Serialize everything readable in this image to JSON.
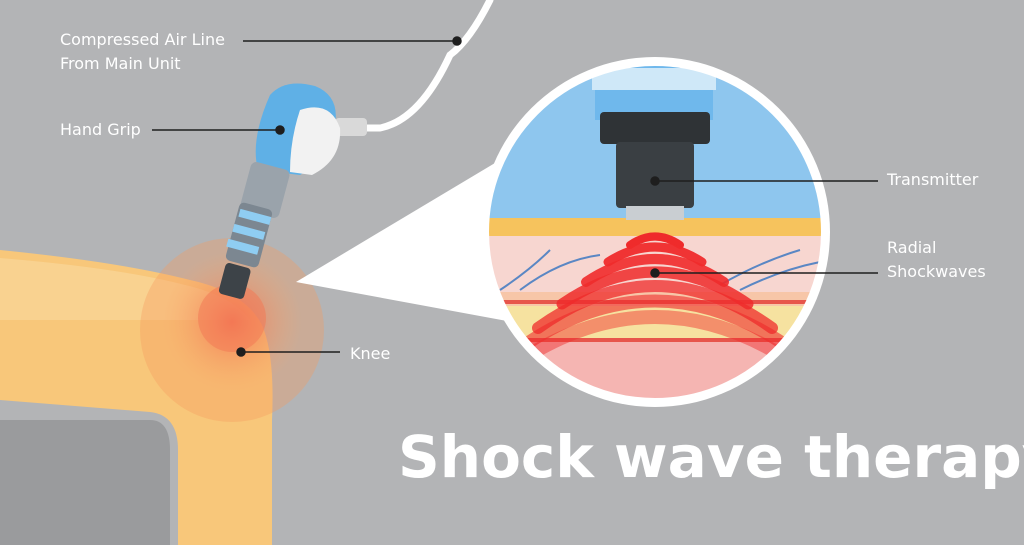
{
  "title": "Shock wave therapy",
  "labels": {
    "air_line_1": "Compressed Air Line",
    "air_line_2": "From Main Unit",
    "hand_grip": "Hand Grip",
    "knee": "Knee",
    "transmitter": "Transmitter",
    "radial_1": "Radial",
    "radial_2": "Shockwaves"
  },
  "colors": {
    "background": "#b3b4b6",
    "skin": "#f8c77a",
    "grip_blue": "#5fb0e6",
    "wave_red": "#ef2b2b",
    "label_text": "#ffffff"
  }
}
